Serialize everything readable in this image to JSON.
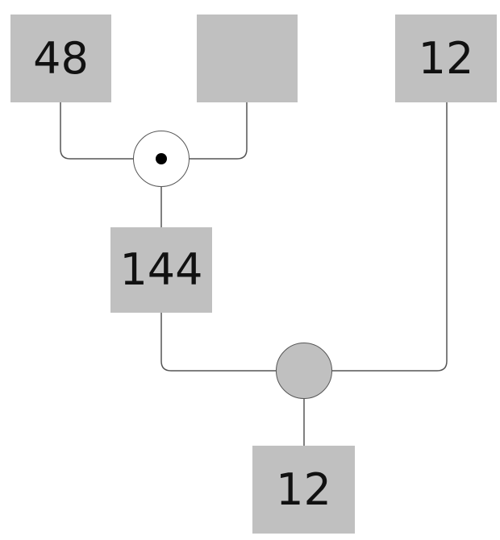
{
  "diagram": {
    "colors": {
      "box_fill": "#c0c0c0",
      "line": "#555555",
      "multiply_op_fill": "#ffffff",
      "output_op_fill": "#c0c0c0"
    },
    "inputs": {
      "left": "48",
      "middle": "",
      "right": "12"
    },
    "intermediate": "144",
    "output": "12",
    "operators": {
      "top": {
        "glyph": "dot-icon"
      },
      "bottom": {
        "glyph": ""
      }
    }
  }
}
